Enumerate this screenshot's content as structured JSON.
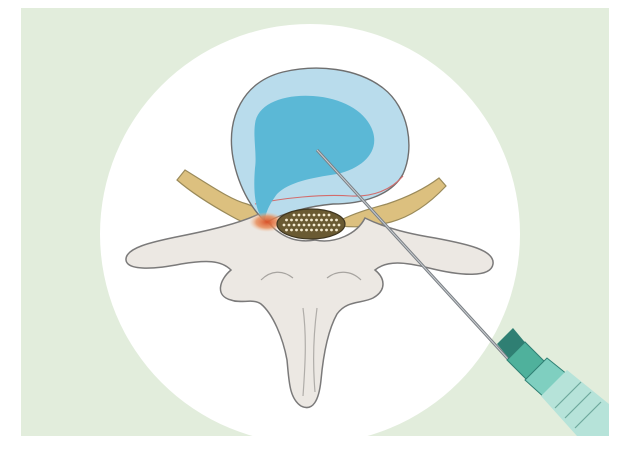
{
  "illustration": {
    "subject": "disc-herniation-needle-injection",
    "elements": [
      "intervertebral-disc",
      "nucleus-pulposus",
      "herniation",
      "nerve-root-left",
      "nerve-root-right",
      "spinal-cord",
      "vertebra",
      "needle",
      "syringe-hub"
    ],
    "colors": {
      "background": "#e2eddc",
      "circle": "#ffffff",
      "disc_outer": "#b9dcec",
      "nucleus": "#5bb8d6",
      "bone": "#ece8e3",
      "bone_outline": "#7b7a7a",
      "nerve": "#dcc07f",
      "inflammation": "#d9532a",
      "cord_fill": "#6a5a32",
      "cord_dots": "#f4ead0",
      "needle": "#7a7f84",
      "hub": "#4fb19c"
    }
  }
}
